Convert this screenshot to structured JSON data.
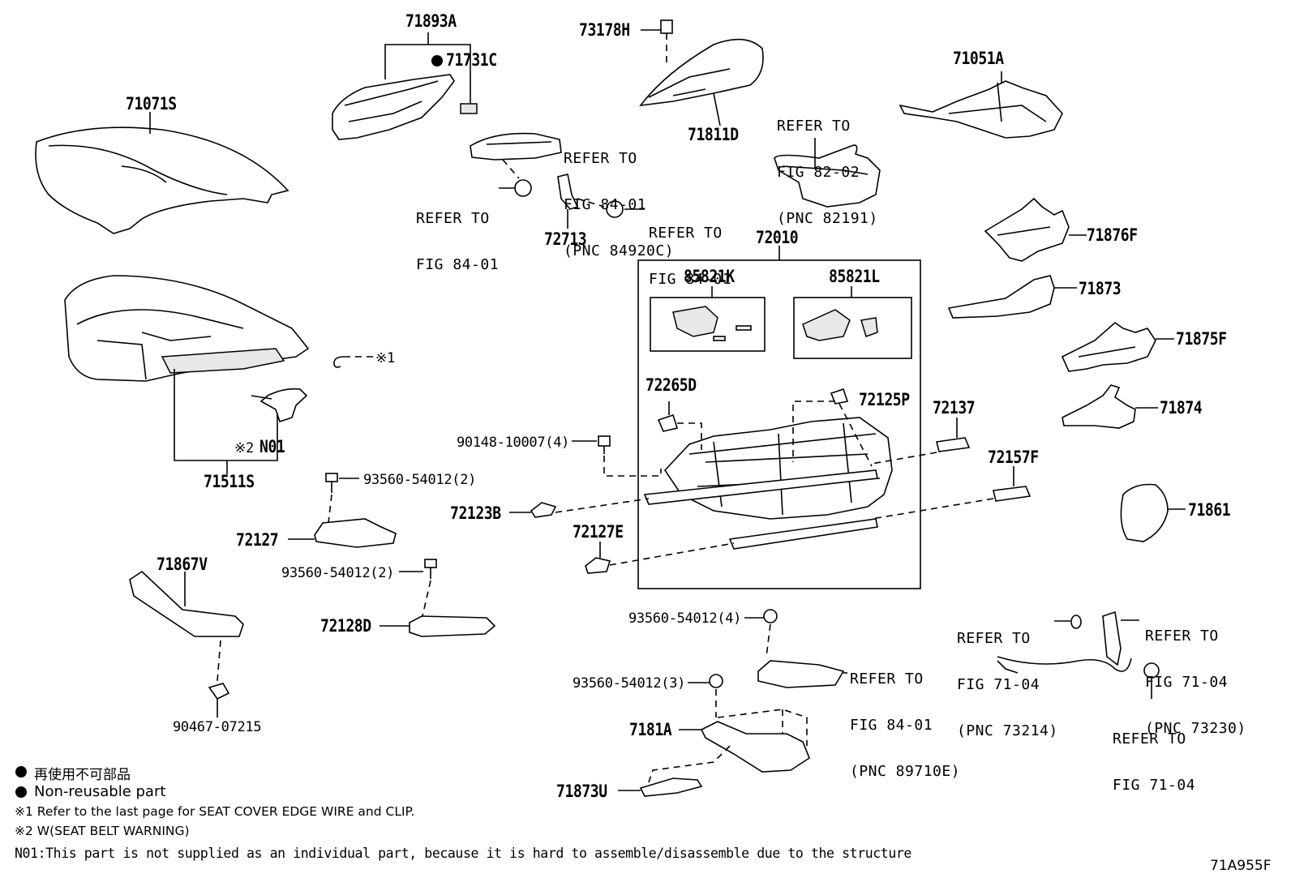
{
  "diagram_code": "71A955F",
  "parts": {
    "p71071S": "71071S",
    "p71511S": "71511S",
    "pN01": "N01",
    "pN01_mark": "※2",
    "p71893A": "71893A",
    "p71731C": "71731C",
    "p73178H": "73178H",
    "p71811D": "71811D",
    "p71051A": "71051A",
    "p72713": "72713",
    "p72010": "72010",
    "p85821K": "85821K",
    "p85821L": "85821L",
    "p72265D": "72265D",
    "p72125P": "72125P",
    "p72137": "72137",
    "p72157F": "72157F",
    "p90148": "90148-10007(4)",
    "p72123B": "72123B",
    "p72127E": "72127E",
    "p93560a": "93560-54012(2)",
    "p72127": "72127",
    "p93560b": "93560-54012(2)",
    "p72128D": "72128D",
    "p71867V": "71867V",
    "p90467": "90467-07215",
    "p71876F": "71876F",
    "p71873": "71873",
    "p71875F": "71875F",
    "p71874": "71874",
    "p71861": "71861",
    "p93560c": "93560-54012(4)",
    "p93560d": "93560-54012(3)",
    "p7181A": "7181A",
    "p71873U": "71873U",
    "mark1": "※1"
  },
  "refs": {
    "r1": [
      "REFER TO",
      "FIG 84-01",
      "(PNC 84920C)"
    ],
    "r2": [
      "REFER TO",
      "FIG 84-01"
    ],
    "r3": [
      "REFER TO",
      "FIG 84-01"
    ],
    "r4": [
      "REFER TO",
      "FIG 82-02",
      "(PNC 82191)"
    ],
    "r5": [
      "REFER TO",
      "FIG 84-01",
      "(PNC 89710E)"
    ],
    "r6": [
      "REFER TO",
      "FIG 71-04",
      "(PNC 73214)"
    ],
    "r7": [
      "REFER TO",
      "FIG 71-04",
      "(PNC 73230)"
    ],
    "r8": [
      "REFER TO",
      "FIG 71-04"
    ]
  },
  "notes": {
    "jp": "再使用不可部品",
    "en": "Non-reusable part",
    "n1": "※1 Refer to the last page for SEAT COVER EDGE WIRE and CLIP.",
    "n2": "※2 W(SEAT BELT WARNING)",
    "n3": "N01:This part is not supplied as an individual part, because it is hard to assemble/disassemble due to the structure"
  }
}
